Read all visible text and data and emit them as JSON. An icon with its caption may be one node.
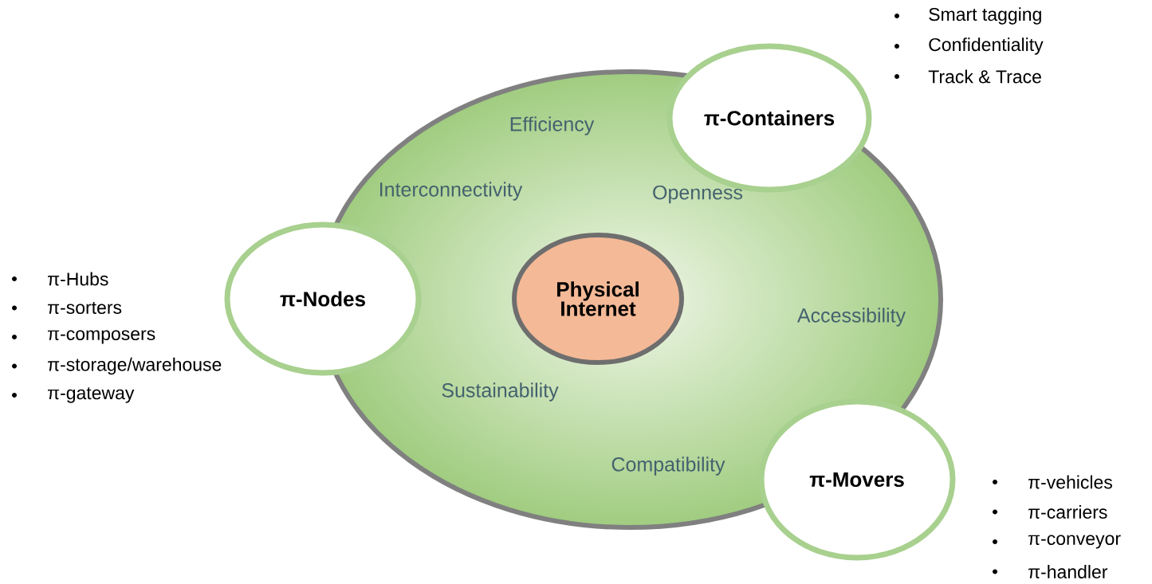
{
  "diagram": {
    "nodes": [
      {
        "text": [
          "Efficiency",
          "Interconnectivity",
          "Openness",
          "Accessibility",
          "Sustainability",
          "Compatibility"
        ]
      },
      {
        "text": [
          "Physical Internet"
        ],
        "in": 0
      },
      {
        "text": [
          "π-Containers"
        ],
        "beside": [
          "Smart tagging",
          "Confidentiality",
          "Track & Trace"
        ]
      },
      {
        "text": [
          "π-Nodes"
        ],
        "beside": [
          "π-Hubs",
          "π-sorters",
          "π-composers",
          "π-storage/warehouse",
          "π-gateway"
        ]
      },
      {
        "text": [
          "π-Movers"
        ],
        "beside": [
          "π-vehicles",
          "π-carriers",
          "π-conveyor",
          "π-handler"
        ]
      }
    ]
  }
}
